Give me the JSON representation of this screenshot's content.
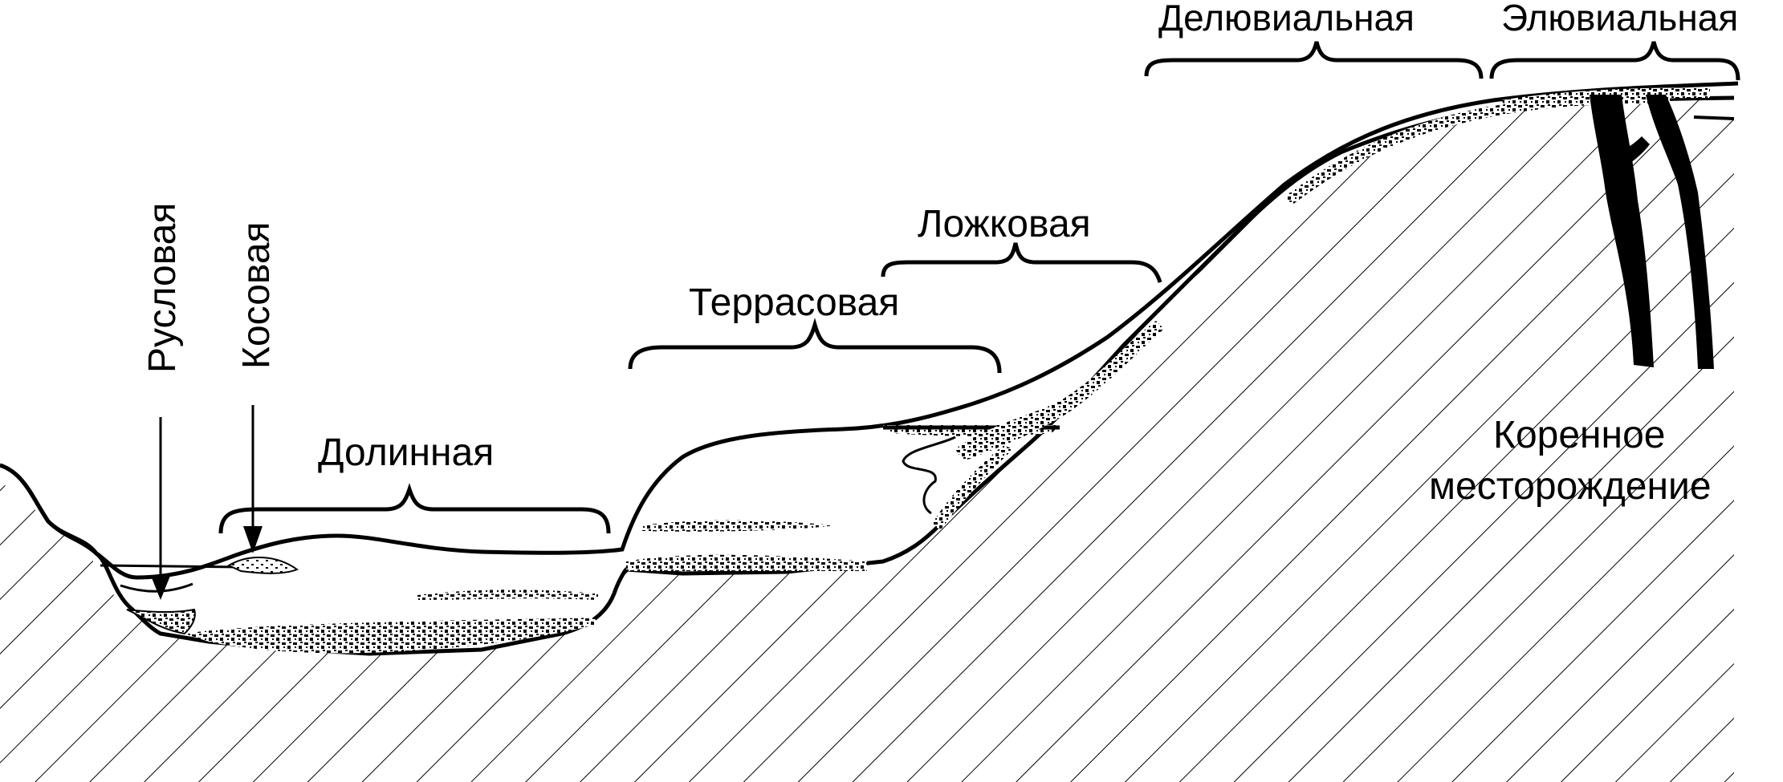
{
  "labels": {
    "ruslovaya": "Русловая",
    "kosovaya": "Косовая",
    "dolinnaya": "Долинная",
    "terrasovaya": "Террасовая",
    "lozhkovaya": "Ложковая",
    "delyuvialnaya": "Делювиальная",
    "elyuvialnaya": "Элювиальная",
    "korennoe_line1": "Коренное",
    "korennoe_line2": "месторождение"
  },
  "colors": {
    "ink": "#000000",
    "paper": "#ffffff"
  }
}
